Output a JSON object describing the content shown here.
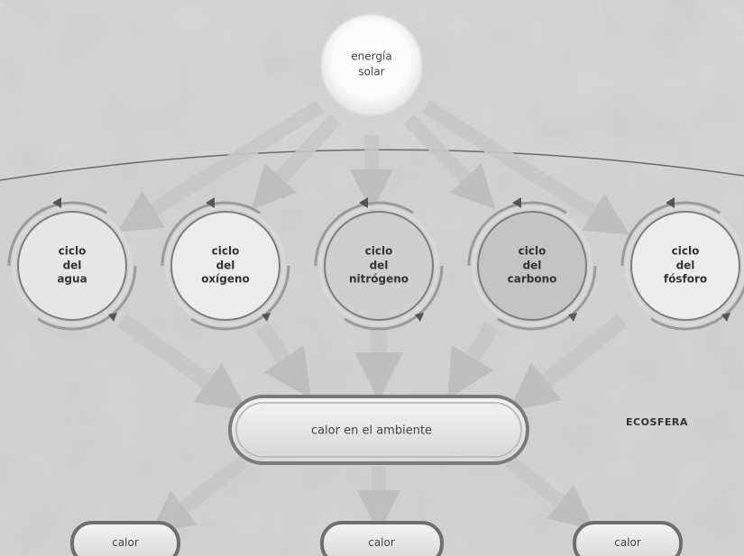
{
  "diagram": {
    "sun": {
      "line1": "energía",
      "line2": "solar"
    },
    "cycles": [
      {
        "l1": "ciclo",
        "l2": "del",
        "l3": "agua",
        "shade": "#e6e6e6"
      },
      {
        "l1": "ciclo",
        "l2": "del",
        "l3": "oxígeno",
        "shade": "#ececec"
      },
      {
        "l1": "ciclo",
        "l2": "del",
        "l3": "nitrógeno",
        "shade": "#cfcfcf"
      },
      {
        "l1": "ciclo",
        "l2": "del",
        "l3": "carbono",
        "shade": "#c4c4c4"
      },
      {
        "l1": "ciclo",
        "l2": "del",
        "l3": "fósforo",
        "shade": "#ececec"
      }
    ],
    "heat_box": "calor en el ambiente",
    "outputs": [
      "calor",
      "calor",
      "calor"
    ],
    "ecosphere_label": "ECOSFERA"
  }
}
